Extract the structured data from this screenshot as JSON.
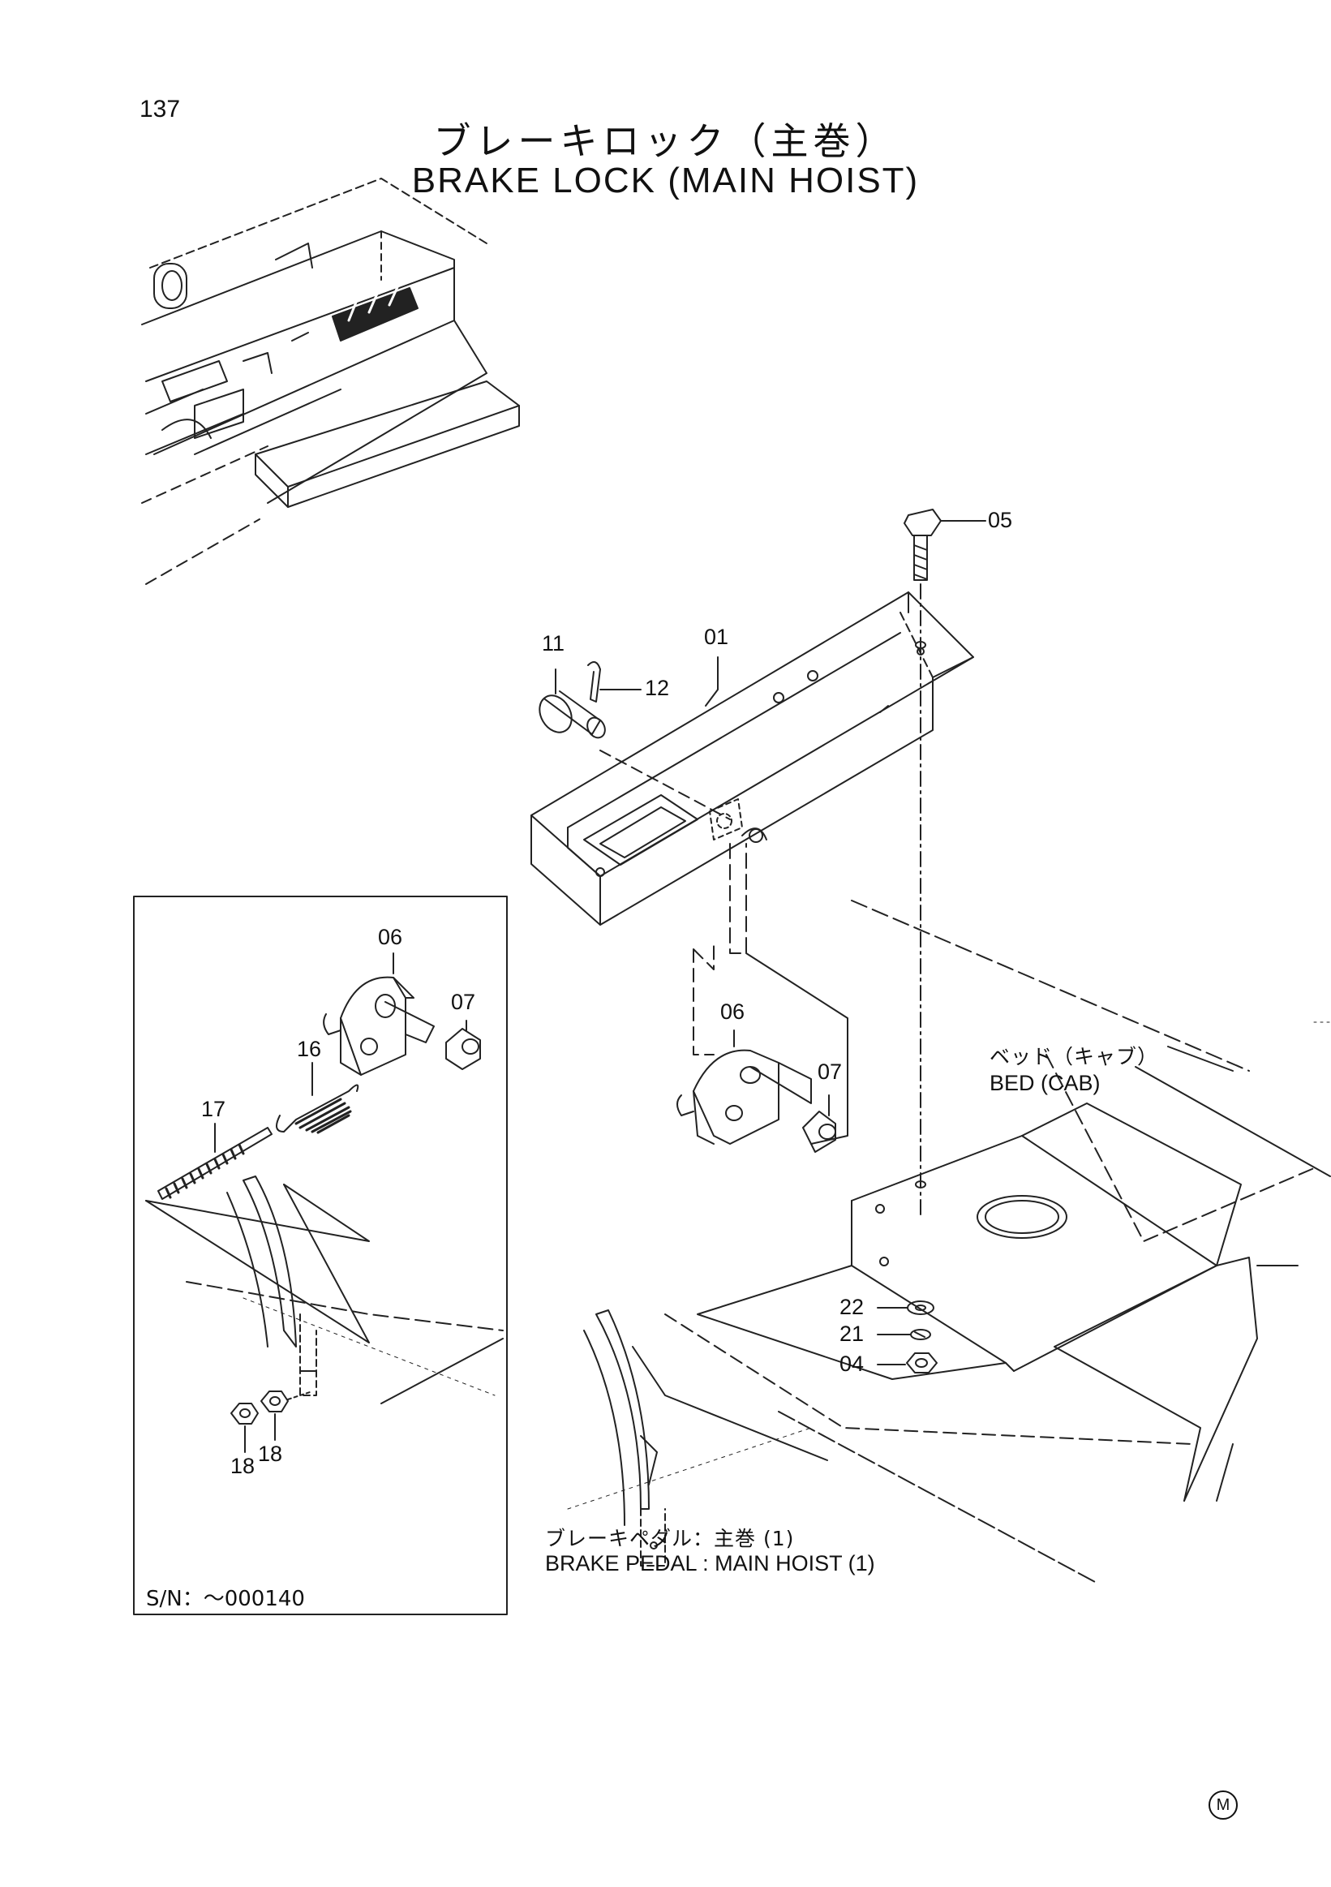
{
  "page_number": "137",
  "title": {
    "japanese": "ブレーキロック（主巻）",
    "english": "BRAKE LOCK (MAIN HOIST)"
  },
  "callouts": {
    "main": [
      {
        "id": "01",
        "text": "01"
      },
      {
        "id": "04",
        "text": "04"
      },
      {
        "id": "05",
        "text": "05"
      },
      {
        "id": "06",
        "text": "06"
      },
      {
        "id": "07",
        "text": "07"
      },
      {
        "id": "11",
        "text": "11"
      },
      {
        "id": "12",
        "text": "12"
      },
      {
        "id": "21",
        "text": "21"
      },
      {
        "id": "22",
        "text": "22"
      }
    ],
    "inset": [
      {
        "id": "06",
        "text": "06"
      },
      {
        "id": "07",
        "text": "07"
      },
      {
        "id": "16",
        "text": "16"
      },
      {
        "id": "17",
        "text": "17"
      },
      {
        "id": "18a",
        "text": "18"
      },
      {
        "id": "18b",
        "text": "18"
      }
    ]
  },
  "notes": {
    "bed_jp": "ベッド（キャブ）",
    "bed_en": "BED (CAB)",
    "pedal_jp": "ブレーキペダル：主巻 (1)",
    "pedal_en": "BRAKE PEDAL : MAIN HOIST (1)"
  },
  "inset": {
    "serial_range": "S/N：～000140"
  },
  "corner_mark": "M"
}
